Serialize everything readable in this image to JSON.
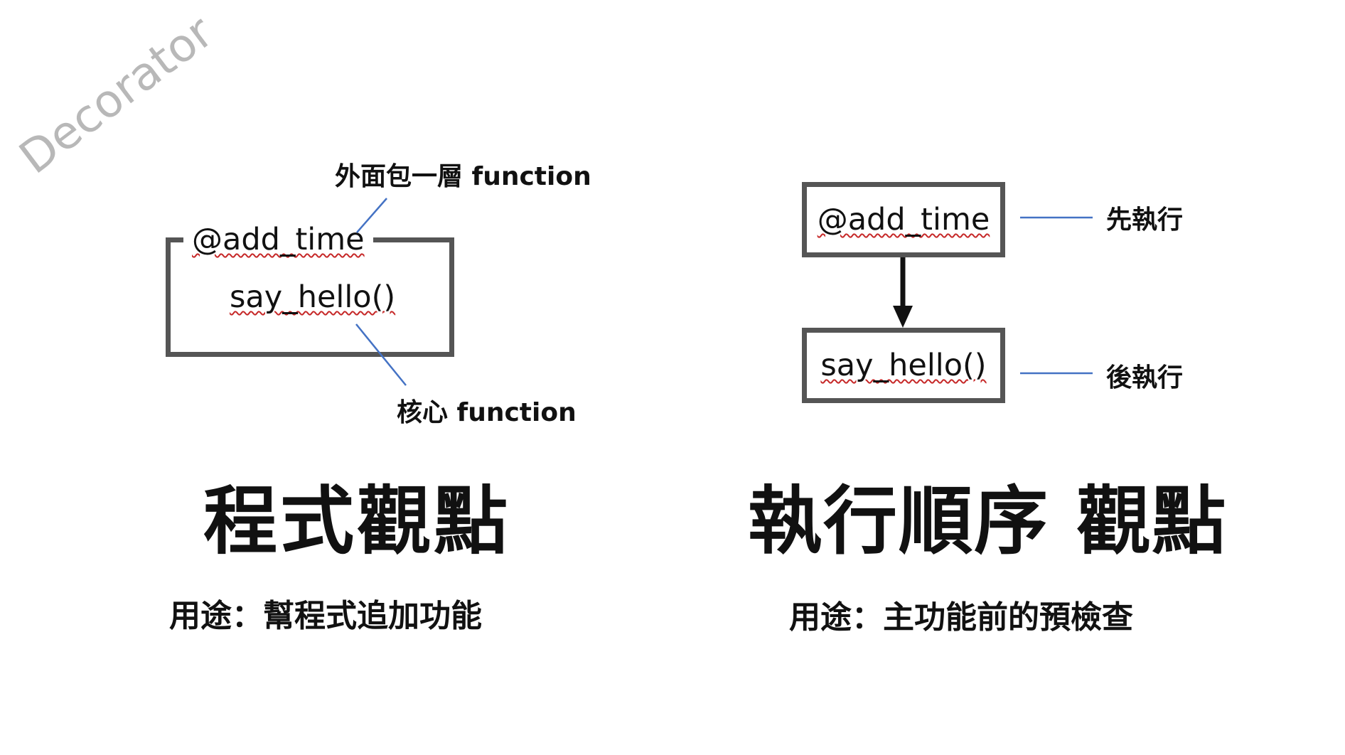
{
  "watermark": "Decorator",
  "program_view": {
    "decorator_code": "@add_time",
    "function_code": "say_hello()",
    "outer_note": "外面包一層 function",
    "core_note": "核心 function",
    "heading": "程式觀點",
    "purpose": "用途：幫程式追加功能"
  },
  "execution_view": {
    "first_box": "@add_time",
    "second_box": "say_hello()",
    "first_note": "先執行",
    "second_note": "後執行",
    "heading": "執行順序 觀點",
    "purpose": "用途：主功能前的預檢查"
  },
  "colors": {
    "frame": "#555555",
    "connector": "#4472c4",
    "text": "#111111",
    "watermark": "#b8b8b8",
    "spellcheck": "#c62828"
  },
  "icons": {
    "flow_arrow": "arrow-down-icon"
  }
}
